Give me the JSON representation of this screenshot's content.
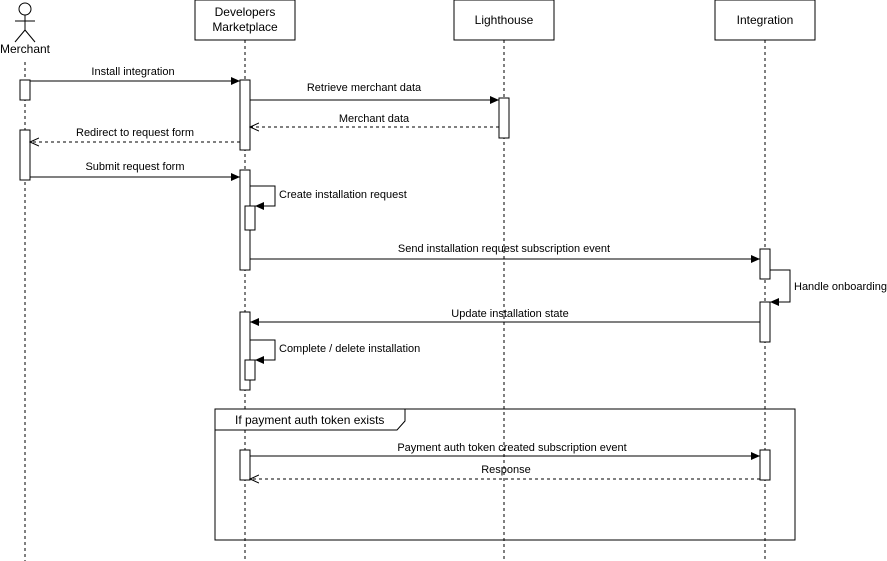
{
  "participants": {
    "merchant": "Merchant",
    "marketplace_line1": "Developers",
    "marketplace_line2": "Marketplace",
    "lighthouse": "Lighthouse",
    "integration": "Integration"
  },
  "messages": {
    "install": "Install integration",
    "retrieve": "Retrieve merchant data",
    "merchant_data": "Merchant data",
    "redirect": "Redirect to request form",
    "submit": "Submit request form",
    "create_request": "Create installation request",
    "send_event": "Send installation request subscription event",
    "handle_onboarding": "Handle onboarding",
    "update_state": "Update installation state",
    "complete_delete": "Complete / delete installation",
    "payment_event": "Payment auth token created subscription event",
    "response": "Response"
  },
  "fragment": {
    "label": "If payment auth token exists"
  }
}
